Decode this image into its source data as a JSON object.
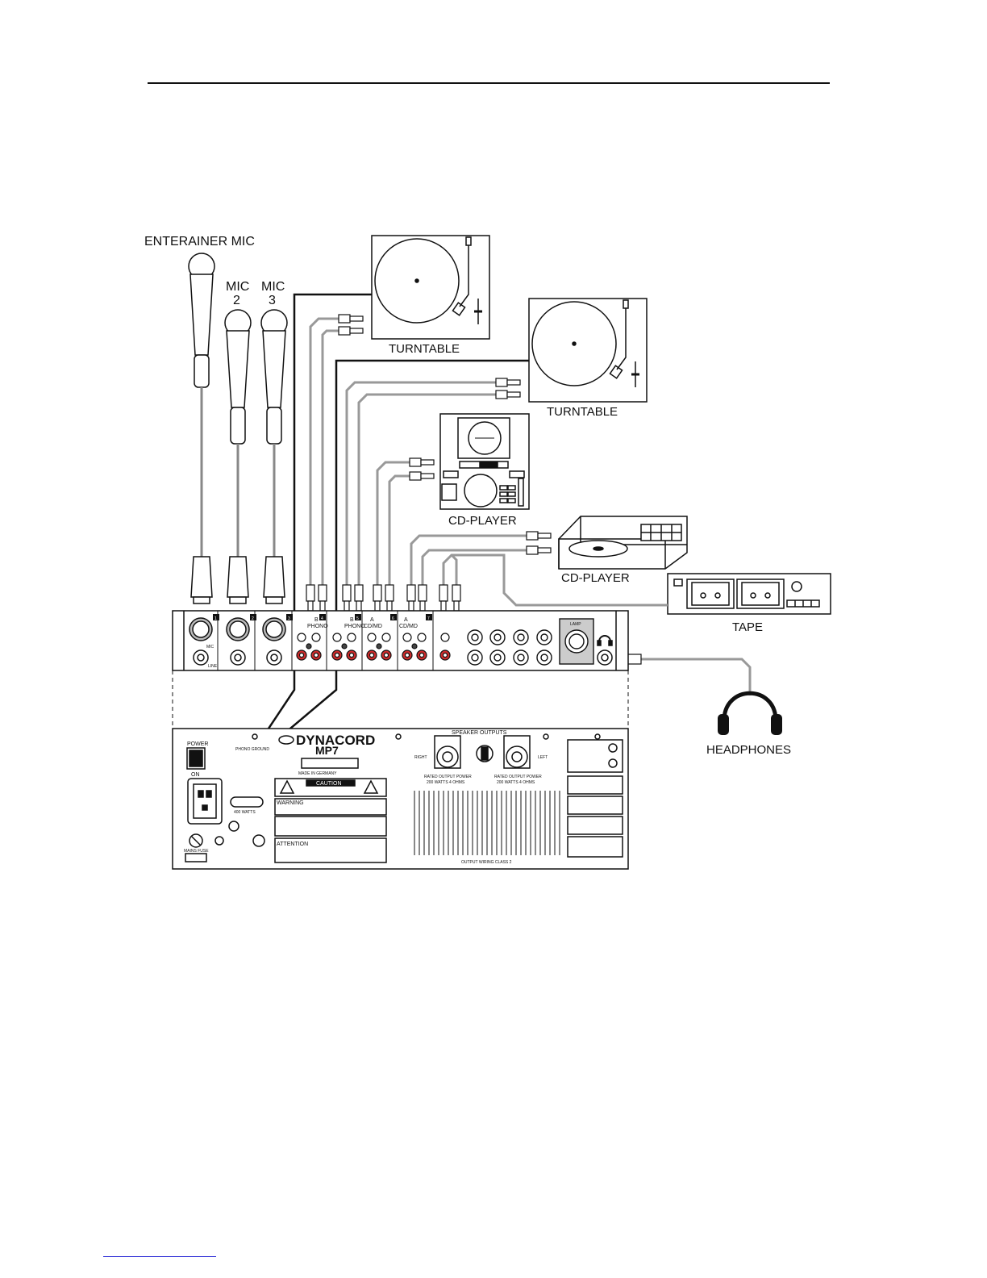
{
  "labels": {
    "entertainer_mic": "ENTERAINER MIC",
    "mic2_a": "MIC",
    "mic2_b": "2",
    "mic3_a": "MIC",
    "mic3_b": "3",
    "turntable_1": "TURNTABLE",
    "turntable_2": "TURNTABLE",
    "cd_player_1": "CD-PLAYER",
    "cd_player_2": "CD-PLAYER",
    "tape": "TAPE",
    "headphones": "HEADPHONES"
  },
  "front_panel": {
    "channel_numbers": [
      "1",
      "2",
      "3",
      "4",
      "5",
      "6",
      "7"
    ],
    "mic": "MIC",
    "line": "LINE",
    "phono": "PHONO",
    "cd_md": "CD/MD",
    "a": "A",
    "b": "B",
    "lamp": "LAMP"
  },
  "rear_panel": {
    "brand": "DYNACORD",
    "model": "MP7",
    "power": "POWER",
    "on": "ON",
    "phono_ground": "PHONO GROUND",
    "mains_fuse": "MAINS FUSE",
    "watts": "400 WATTS",
    "made_in": "MADE IN GERMANY",
    "caution": "CAUTION",
    "warning": "WARNING",
    "attention": "ATTENTION",
    "speaker_outputs": "SPEAKER OUTPUTS",
    "right": "RIGHT",
    "left": "LEFT",
    "rated_output_power": "RATED OUTPUT POWER",
    "rated_watts": "200 WATTS 4 OHMS",
    "output_wiring": "OUTPUT WIRING CLASS 2"
  }
}
